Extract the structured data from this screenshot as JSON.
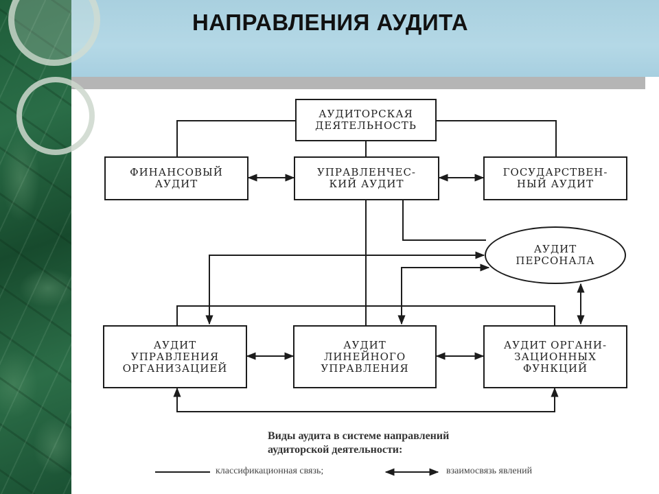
{
  "slide": {
    "title": "НАПРАВЛЕНИЯ АУДИТА"
  },
  "diagram": {
    "nodes": {
      "auditorskaya": "АУДИТОРСКАЯ\nДЕЯТЕЛЬНОСТЬ",
      "finansovy": "ФИНАНСОВЫЙ\nАУДИТ",
      "upravlenchesky": "УПРАВЛЕНЧЕС-\nКИЙ АУДИТ",
      "gosudarstvenny": "ГОСУДАРСТВЕН-\nНЫЙ АУДИТ",
      "personala": "АУДИТ\nПЕРСОНАЛА",
      "upravleniya_org": "АУДИТ\nУПРАВЛЕНИЯ\nОРГАНИЗАЦИЕЙ",
      "lineynogo": "АУДИТ\nЛИНЕЙНОГО\nУПРАВЛЕНИЯ",
      "org_funktsiy": "АУДИТ ОРГАНИ-\nЗАЦИОННЫХ\nФУНКЦИЙ"
    },
    "caption": "Виды аудита в системе направлений\nаудиторской деятельности:",
    "legend": {
      "classification": "классификационная связь;",
      "interrelation": "взаимосвязь явлений"
    }
  }
}
